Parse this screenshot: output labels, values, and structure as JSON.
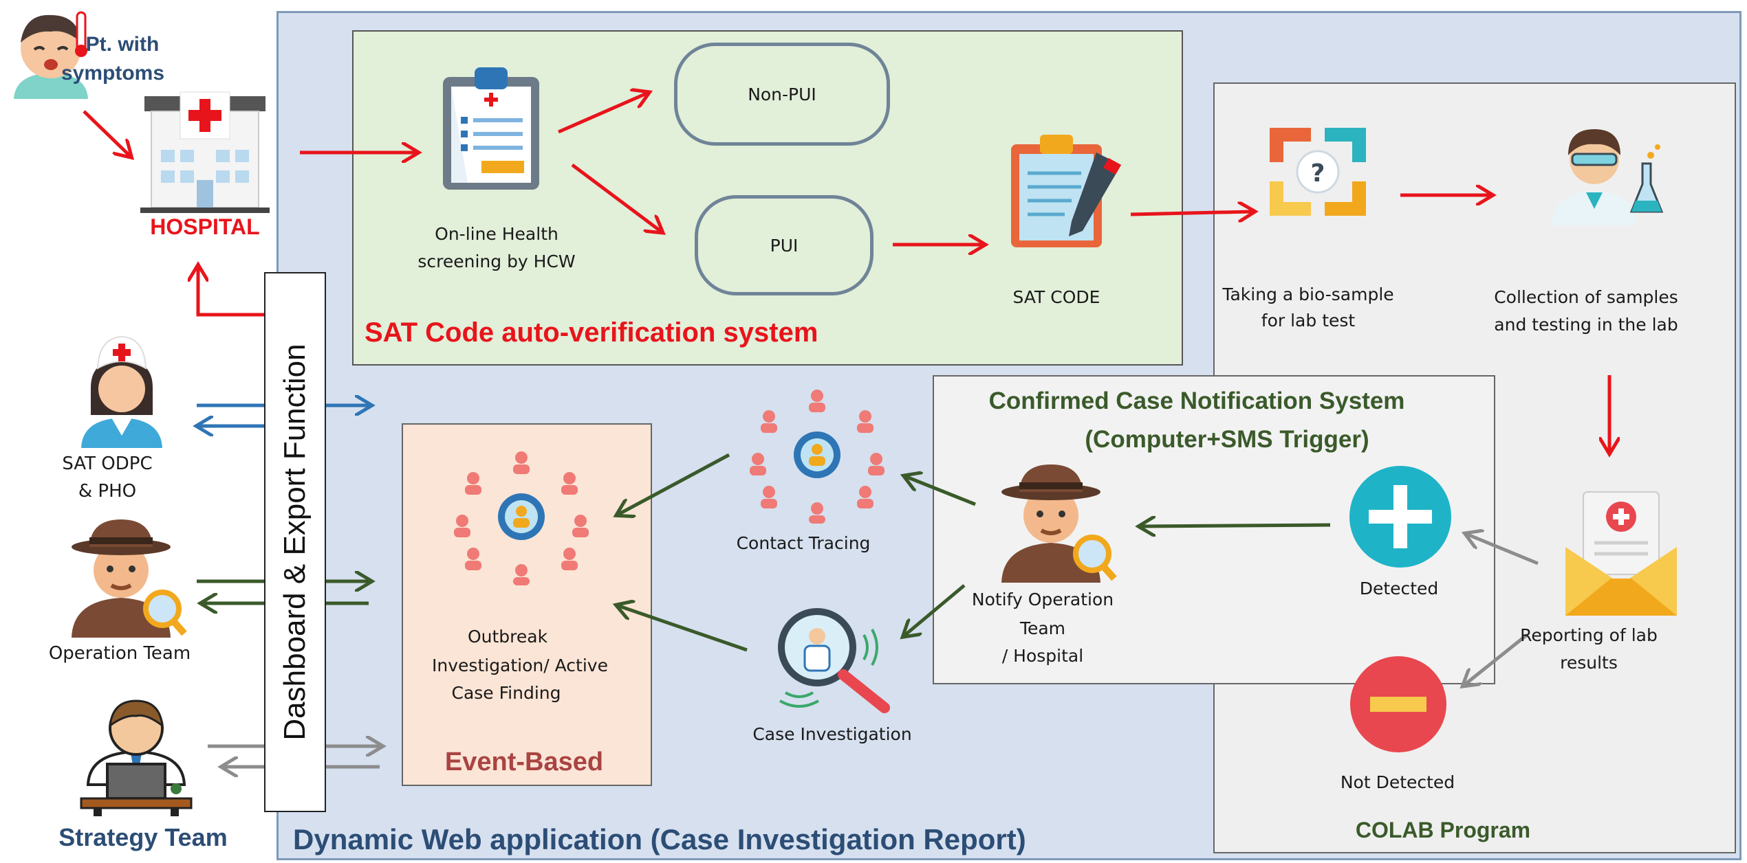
{
  "web_app_title": "Dynamic Web application (Case Investigation Report)",
  "dashboard_label": "Dashboard & Export Function",
  "patient": {
    "label_line1": "Pt. with",
    "label_line2": "symptoms"
  },
  "hospital_label": "HOSPITAL",
  "sat_system": {
    "title": "SAT Code auto-verification system",
    "screening_line1": "On-line Health",
    "screening_line2": "screening by HCW",
    "non_pui": "Non-PUI",
    "pui": "PUI",
    "sat_code": "SAT CODE"
  },
  "colab": {
    "title": "COLAB Program",
    "bio_sample_line1": "Taking a bio-sample",
    "bio_sample_line2": "for lab test",
    "collection_line1": "Collection of samples",
    "collection_line2": "and testing in the lab",
    "reporting_line1": "Reporting of lab",
    "reporting_line2": "results",
    "detected": "Detected",
    "not_detected": "Not Detected"
  },
  "notification": {
    "title_line1": "Confirmed Case Notification System",
    "title_line2": "(Computer+SMS Trigger)",
    "notify_line1": "Notify Operation",
    "notify_line2": "Team",
    "notify_line3": "/ Hospital"
  },
  "contact_tracing": "Contact Tracing",
  "case_investigation": "Case Investigation",
  "event_based": {
    "title": "Event-Based",
    "line1": "Outbreak",
    "line2": "Investigation/ Active",
    "line3": "Case Finding"
  },
  "stakeholders": {
    "sat_odpc_line1": "SAT ODPC",
    "sat_odpc_line2": "& PHO",
    "operation_team": "Operation Team",
    "strategy_team": "Strategy Team"
  },
  "colors": {
    "red_arrow": "#e8141b",
    "green_arrow": "#3a5a2a",
    "blue_arrow": "#2e75b6",
    "grey_arrow": "#8c8c8c",
    "web_app_bg": "#d6e0ef",
    "sat_bg": "#e2efd9",
    "colab_bg": "#efefef",
    "event_bg": "#fbe5d6",
    "title_red": "#e8141b",
    "title_blue": "#2c4d75",
    "title_green": "#3a5a2a"
  }
}
